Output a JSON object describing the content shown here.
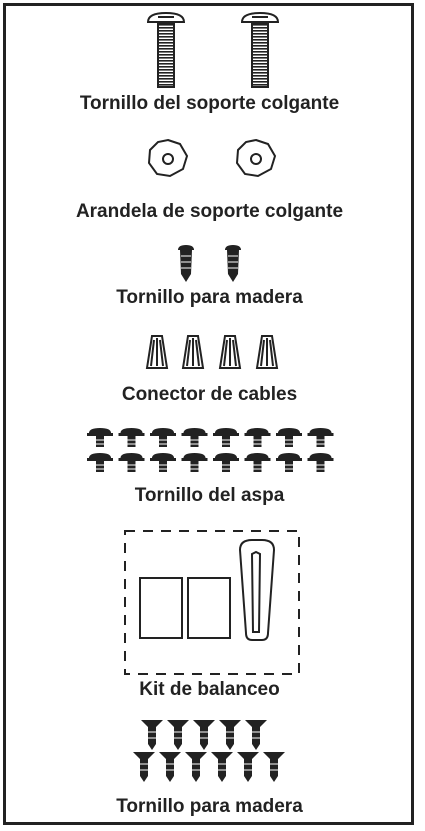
{
  "sheet": {
    "items": [
      {
        "label": "Tornillo del soporte colgante",
        "icon": "hanger-bracket-screw-icon",
        "quantity": 2
      },
      {
        "label": "Arandela de soporte colgante",
        "icon": "hanger-bracket-washer-icon",
        "quantity": 2
      },
      {
        "label": "Tornillo para madera",
        "icon": "wood-screw-icon",
        "quantity": 2
      },
      {
        "label": "Conector de cables",
        "icon": "wire-connector-icon",
        "quantity": 4
      },
      {
        "label": "Tornillo del aspa",
        "icon": "blade-screw-icon",
        "quantity": 16
      },
      {
        "label": "Kit de balanceo",
        "icon": "balancing-kit-icon",
        "quantity": 1
      },
      {
        "label": "Tornillo para madera",
        "icon": "wood-screw-flat-icon",
        "quantity": 11
      }
    ]
  }
}
